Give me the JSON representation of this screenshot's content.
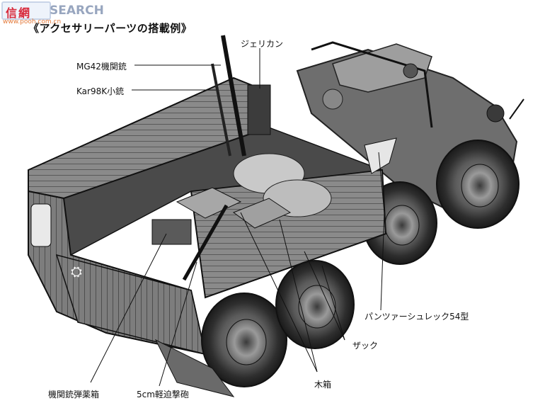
{
  "watermark": {
    "logo_text": "信網",
    "search_text": "SEARCH",
    "url": "www.pooh.com.cn"
  },
  "heading": "《アクセサリーパーツの搭載例》",
  "labels": {
    "jerrycan": "ジェリカン",
    "mg42": "MG42機関銃",
    "kar98k": "Kar98K小銃",
    "panzerschreck": "パンツァーシュレック54型",
    "sack": "ザック",
    "wooden_box": "木箱",
    "ammo_box": "機関銃弾薬箱",
    "mortar": "5cm軽迫撃砲"
  }
}
